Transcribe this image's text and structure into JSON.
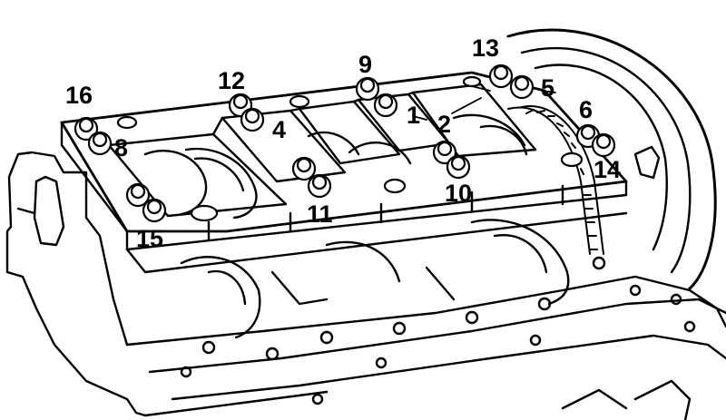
{
  "diagram": {
    "labels": [
      {
        "id": "1",
        "text": "1"
      },
      {
        "id": "2",
        "text": "2"
      },
      {
        "id": "4",
        "text": "4"
      },
      {
        "id": "5",
        "text": "5"
      },
      {
        "id": "6",
        "text": "6"
      },
      {
        "id": "8",
        "text": "8"
      },
      {
        "id": "9",
        "text": "9"
      },
      {
        "id": "10",
        "text": "10"
      },
      {
        "id": "11",
        "text": "11"
      },
      {
        "id": "12",
        "text": "12"
      },
      {
        "id": "13",
        "text": "13"
      },
      {
        "id": "14",
        "text": "14"
      },
      {
        "id": "15",
        "text": "15"
      },
      {
        "id": "16",
        "text": "16"
      }
    ],
    "colors": {
      "ink": "#000000",
      "paper": "#ffffff"
    }
  }
}
